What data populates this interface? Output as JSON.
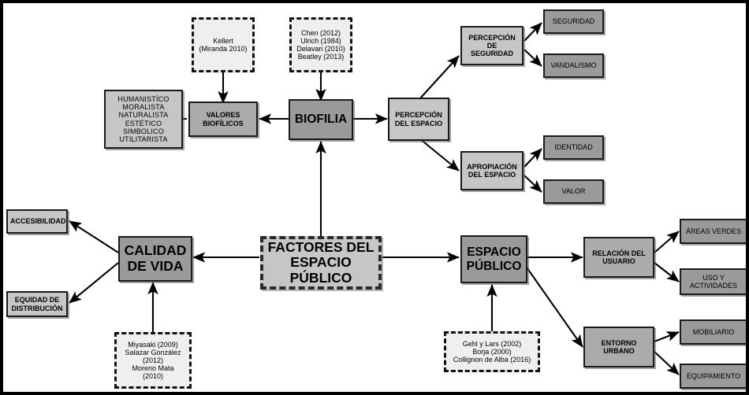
{
  "diagram": {
    "title": "FACTORES DEL ESPACIO PÚBLICO",
    "colors": {
      "dark_fill": "#9a9a9a",
      "mid_fill": "#ababab",
      "light_fill": "#c6c6c6",
      "citation_fill": "#efefef",
      "border": "#1a1a1a",
      "canvas_border": "#000000",
      "background": "#ffffff"
    }
  },
  "nodes": {
    "kellert_citation": "Kellert\n(Miranda 2010)",
    "kellert_citation_lines": [
      "Kellert",
      "(Miranda 2010)"
    ],
    "biofilia_citation_lines": [
      "Chen (2012)",
      "Ulrich (1984)",
      "Delavari (2010)",
      "Beatley (2013)"
    ],
    "valores_atributos_lines": [
      "HUMANISTÍCO",
      "MORALISTA",
      "NATURALISTA",
      "ESTÉTICO",
      "SIMBOLICO",
      "UTILITARISTA"
    ],
    "valores_biofilicos_lines": [
      "VALORES",
      "BIOFÍLICOS"
    ],
    "biofilia": "BIOFILIA",
    "percepcion_espacio_lines": [
      "PERCEPCIÓN",
      "DEL ESPACIO"
    ],
    "percepcion_seguridad_lines": [
      "PERCEPCIÓN DE",
      "SEGURIDAD"
    ],
    "seguridad": "SEGURIDAD",
    "vandalismo": "VANDALISMO",
    "apropiacion_lines": [
      "APROPIACIÓN",
      "DEL ESPACIO"
    ],
    "identidad": "IDENTIDAD",
    "valor": "VALOR",
    "accesibilidad": "ACCESIBILIDAD",
    "equidad_lines": [
      "EQUIDAD DE",
      "DISTRIBUCIÓN"
    ],
    "calidad_vida_lines": [
      "CALIDAD",
      "DE VIDA"
    ],
    "calidad_citation_lines": [
      "Miyasaki (2009)",
      "Salazar González",
      "(2012)",
      "Moreno Mata",
      "(2010)"
    ],
    "factores_lines": [
      "FACTORES DEL",
      "ESPACIO PÚBLICO"
    ],
    "espacio_publico_lines": [
      "ESPACIO",
      "PÚBLICO"
    ],
    "espacio_citation_lines": [
      "Gehl y Lars (2002)",
      "Borja (2000)",
      "Collignon de Alba (2016)"
    ],
    "relacion_usuario_lines": [
      "RELACIÓN DEL",
      "USUARIO"
    ],
    "areas_verdes": "ÁREAS VERDES",
    "uso_actividades_lines": [
      "USO Y",
      "ACTIVIDADES"
    ],
    "entorno_urbano_lines": [
      "ENTORNO",
      "URBANO"
    ],
    "mobiliario": "MOBILIARIO",
    "equipamiento": "EQUIPAMIENTO"
  }
}
